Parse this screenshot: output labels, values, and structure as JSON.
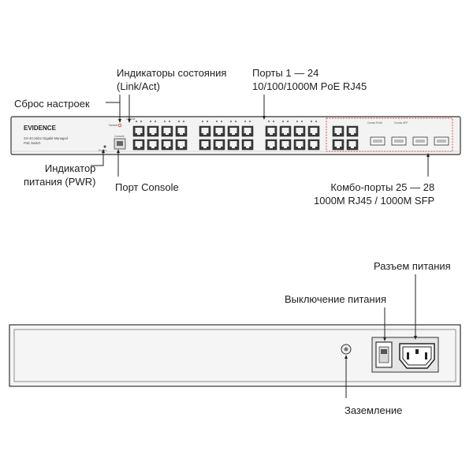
{
  "front_panel": {
    "brand": "EVIDENCE",
    "model_line1": "24+4Combo Gigabit Managed",
    "model_line2": "PoE Switch",
    "reset_label": "Default",
    "link_act_label": "Link/Act",
    "console_label": "Console",
    "power_label": "Power",
    "combo_label_rj45": "Combo RJ45",
    "combo_label_sfp": "Combo SFP"
  },
  "callouts": {
    "status_indicators_line1": "Индикаторы состояния",
    "status_indicators_line2": "(Link/Act)",
    "ports_line1": "Порты 1 — 24",
    "ports_line2": "10/100/1000M PoE RJ45",
    "reset": "Сброс настроек",
    "power_indicator_line1": "Индикатор",
    "power_indicator_line2": "питания (PWR)",
    "console_port": "Порт Console",
    "combo_line1": "Комбо-порты 25 — 28",
    "combo_line2": "1000M RJ45 / 1000M SFP",
    "power_connector": "Разъем питания",
    "power_switch": "Выключение питания",
    "ground": "Заземление"
  },
  "colors": {
    "chassis": "#f2f2f2",
    "outline": "#333333",
    "port": "#3a3a3a",
    "highlight_red": "#d42a2a"
  }
}
